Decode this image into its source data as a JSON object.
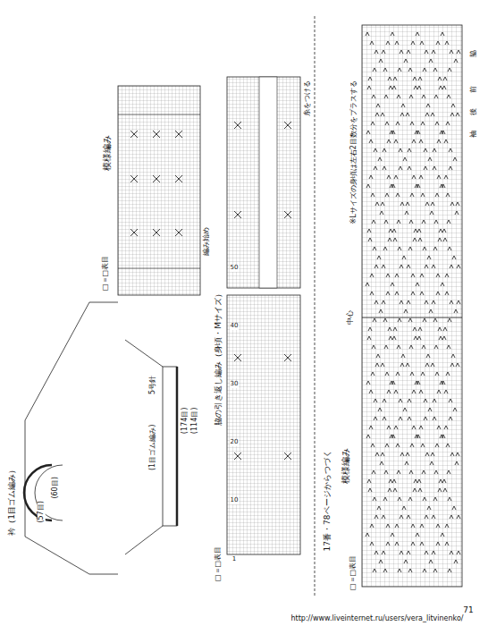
{
  "diagram": {
    "labels": [
      "模様編み",
      "□＝□表目",
      "編み始め",
      "衿（1目ゴム編み）",
      "(57目)",
      "(60目)",
      "(1目ゴム編み)",
      "5号針",
      "(174目)",
      "(114目)",
      "脇の引き返し編み（身頃・Mサイズ）",
      "糸をつける",
      "□＝□表目",
      "17番・78ページからつづく",
      "模様編み",
      "中心",
      "※Lサイズの身頃は左右2目数分をプラスする",
      "脇",
      "前",
      "後",
      "袖",
      "□＝□表目",
      "71",
      "http://www.liveinternet.ru/users/vera_litvinenko/",
      "1",
      "10",
      "20",
      "30",
      "40",
      "50"
    ]
  }
}
